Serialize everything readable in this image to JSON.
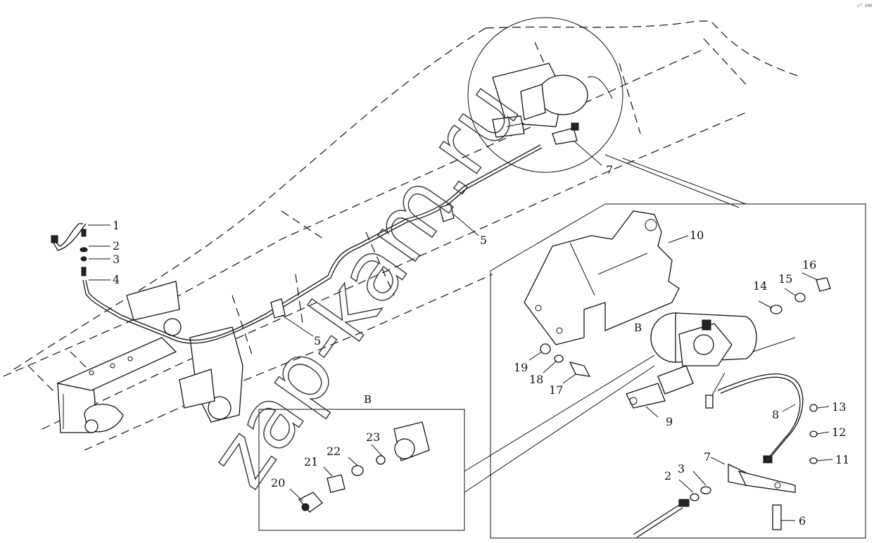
{
  "watermark": "zap-kam.ru",
  "corner_mark": "c™ 000",
  "view_label": "B",
  "callouts": {
    "c1": "1",
    "c2": "2",
    "c3": "3",
    "c4": "4",
    "c5a": "5",
    "c5b": "5",
    "c7top": "7",
    "c10": "10",
    "c16": "16",
    "c15": "15",
    "c14": "14",
    "cB": "B",
    "c19": "19",
    "c18": "18",
    "c17": "17",
    "c9": "9",
    "c8": "8",
    "c13": "13",
    "c12": "12",
    "c11": "11",
    "c7": "7",
    "c2b": "2",
    "c3b": "3",
    "c6": "6",
    "c23": "23",
    "c22": "22",
    "c21": "21",
    "c20": "20"
  }
}
